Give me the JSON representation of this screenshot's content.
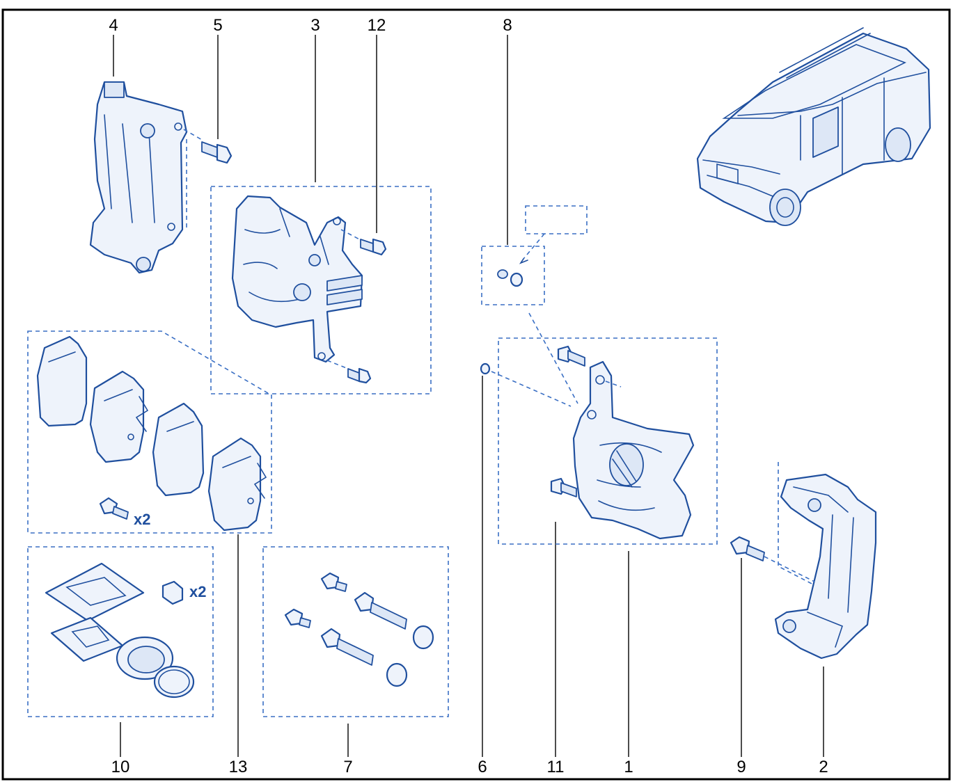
{
  "callouts": {
    "n4": "4",
    "n5": "5",
    "n3": "3",
    "n12": "12",
    "n8": "8",
    "n10": "10",
    "n13": "13",
    "n7": "7",
    "n6": "6",
    "n11": "11",
    "n1": "1",
    "n9": "9",
    "n2": "2"
  },
  "quantities": {
    "pads_bolts": "x2",
    "kit_bushes": "x2"
  },
  "colors": {
    "line": "#1f4f9e",
    "fill": "#eef3fb",
    "dashed_box": "#3a6fc4",
    "frame": "#000000"
  }
}
